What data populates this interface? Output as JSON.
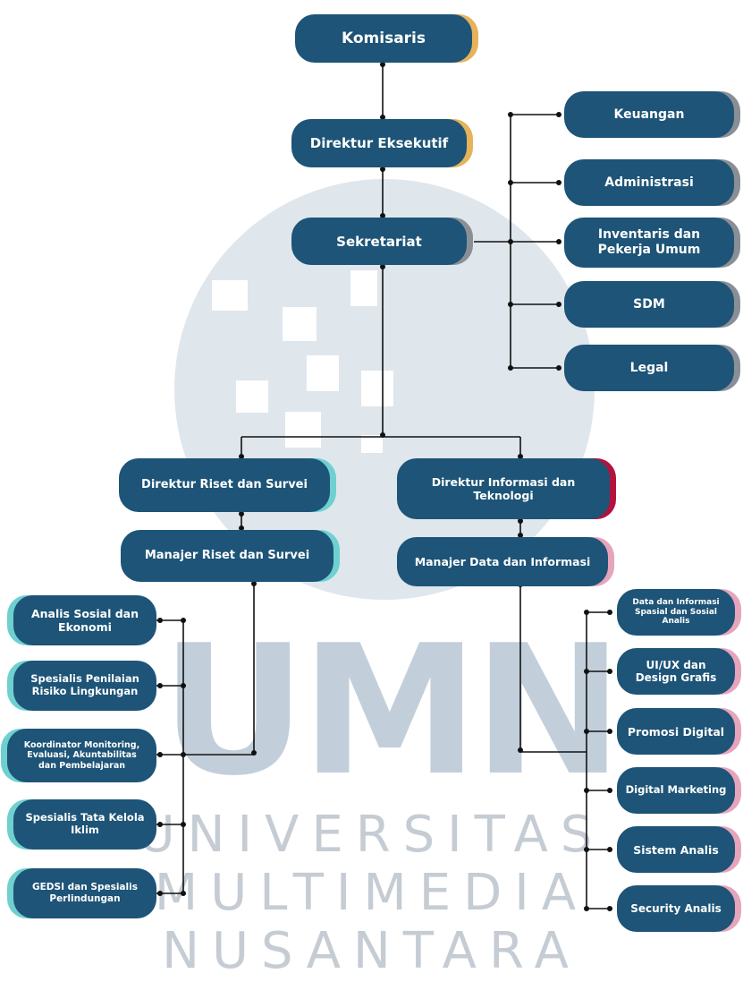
{
  "watermark": {
    "logo": "UMN",
    "line1": "UNIVERSITAS",
    "line2": "MULTIMEDIA",
    "line3": "NUSANTARA"
  },
  "colors": {
    "node": "#1d5477",
    "gold": "#e6b25a",
    "gray": "#8a8f96",
    "teal": "#6fd0d0",
    "crimson": "#b3123f",
    "pink": "#e7a4bd",
    "line": "#111111"
  },
  "nodes": {
    "komisaris": "Komisaris",
    "direktur_eksekutif": "Direktur Eksekutif",
    "sekretariat": "Sekretariat",
    "keuangan": "Keuangan",
    "administrasi": "Administrasi",
    "inventaris": [
      "Inventaris dan",
      "Pekerja Umum"
    ],
    "sdm": "SDM",
    "legal": "Legal",
    "direktur_riset": "Direktur Riset  dan Survei",
    "direktur_it": [
      "Direktur Informasi dan",
      "Teknologi"
    ],
    "manajer_riset": "Manajer Riset dan Survei",
    "manajer_data": "Manajer Data dan Informasi",
    "analis_sosial": [
      "Analis Sosial dan",
      "Ekonomi"
    ],
    "spesialis_penilaian": [
      "Spesialis Penilaian",
      "Risiko Lingkungan"
    ],
    "koordinator": [
      "Koordinator Monitoring,",
      "Evaluasi, Akuntabilitas",
      "dan Pembelajaran"
    ],
    "spesialis_tata": [
      "Spesialis Tata Kelola",
      "Iklim"
    ],
    "gedsi": [
      "GEDSI dan Spesialis",
      "Perlindungan"
    ],
    "data_spasial": [
      "Data dan Informasi",
      "Spasial dan Sosial",
      "Analis"
    ],
    "uiux": [
      "UI/UX dan",
      "Design Grafis"
    ],
    "promosi": "Promosi Digital",
    "digital_marketing": "Digital Marketing",
    "sistem_analis": "Sistem Analis",
    "security_analis": "Security Analis"
  }
}
